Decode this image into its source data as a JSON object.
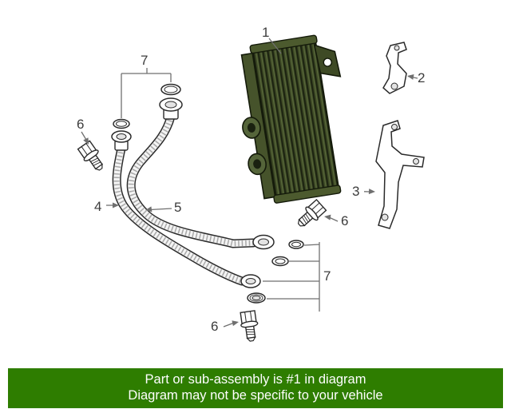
{
  "diagram": {
    "callouts": {
      "part1": "1",
      "part2": "2",
      "part3": "3",
      "part4": "4",
      "part5": "5",
      "part6": "6",
      "part7": "7"
    }
  },
  "colors": {
    "highlighted_part": "#3e4a25",
    "highlighted_part_light": "#55653a",
    "highlighted_part_dark": "#141a0a",
    "line_art": "#2a2a2a",
    "callout_text": "#3c3c3c",
    "banner_background": "#2e7d00",
    "banner_text": "#ffffff"
  },
  "banner": {
    "line1": "Part or sub-assembly is #1 in diagram",
    "line2": "Diagram may not be specific to your vehicle"
  }
}
